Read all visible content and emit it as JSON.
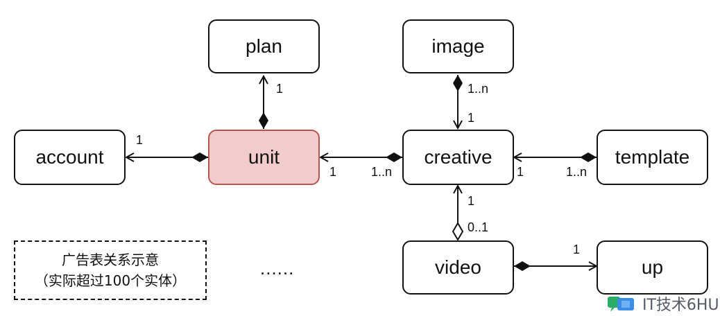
{
  "entities": {
    "plan": "plan",
    "image": "image",
    "account": "account",
    "unit": "unit",
    "creative": "creative",
    "template": "template",
    "video": "video",
    "up": "up"
  },
  "multiplicities": {
    "unit_plan": "1",
    "unit_account": "1",
    "creative_unit_target": "1",
    "creative_unit_source": "1..n",
    "creative_image_source": "1..n",
    "creative_image_target": "1",
    "template_creative_target": "1",
    "template_creative_source": "1..n",
    "video_creative_target": "1",
    "video_creative_source": "0..1",
    "video_up": "1"
  },
  "note": {
    "line1": "广告表关系示意",
    "line2": "（实际超过100个实体）"
  },
  "ellipsis": "......",
  "watermark": {
    "text": "IT技术6HU",
    "logo": "chat-bubble-logo"
  },
  "colors": {
    "highlight_fill": "#f2cccc",
    "highlight_stroke": "#b85450",
    "line": "#111111"
  }
}
